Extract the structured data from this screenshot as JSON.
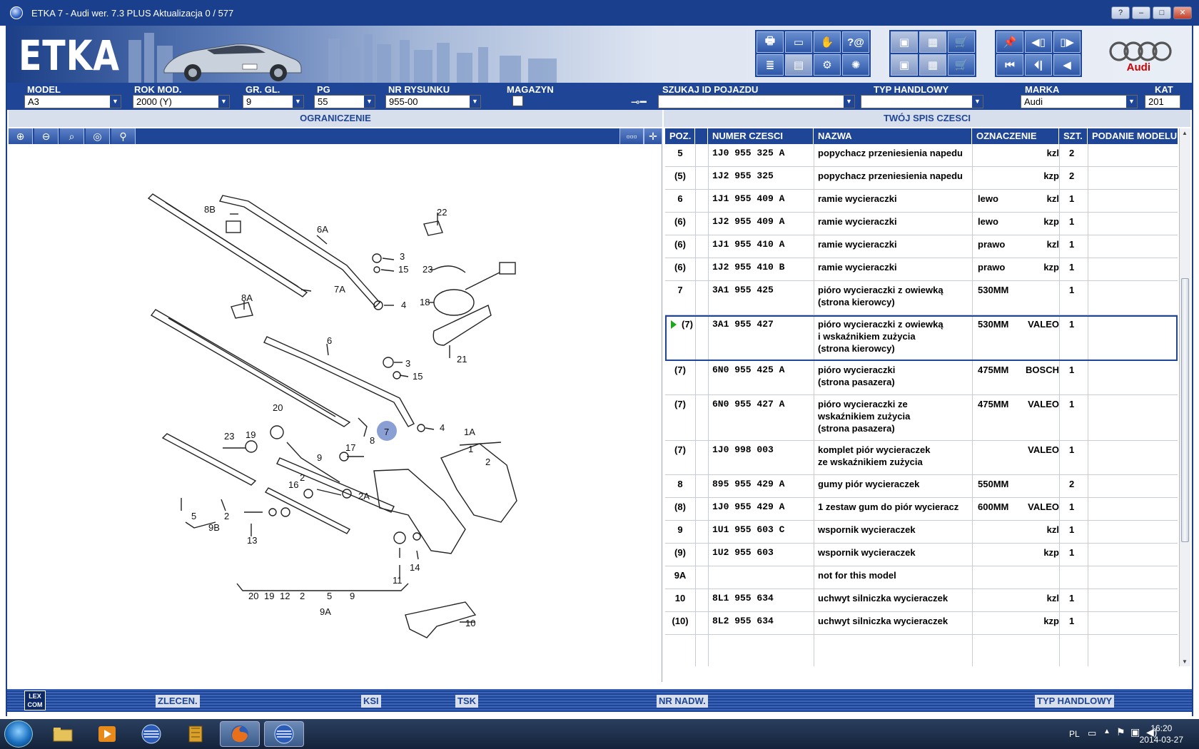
{
  "window": {
    "title": "ETKA 7 - Audi wer. 7.3 PLUS Aktualizacja 0 / 577",
    "buttons": [
      "?",
      "–",
      "□",
      "✕"
    ]
  },
  "banner": {
    "logo": "ETKA",
    "brand": "Audi"
  },
  "selectors": {
    "model": {
      "label": "MODEL",
      "value": "A3"
    },
    "rok_mod": {
      "label": "ROK MOD.",
      "value": "2000 (Y)"
    },
    "gr_gl": {
      "label": "GR. GL.",
      "value": "9"
    },
    "pg": {
      "label": "PG",
      "value": "55"
    },
    "nr_rysunku": {
      "label": "NR RYSUNKU",
      "value": "955-00"
    },
    "magazyn": {
      "label": "MAGAZYN"
    },
    "szukaj": {
      "label": "SZUKAJ ID POJAZDU",
      "value": ""
    },
    "typ_handlowy": {
      "label": "TYP HANDLOWY",
      "value": ""
    },
    "marka": {
      "label": "MARKA",
      "value": "Audi"
    },
    "kat": {
      "label": "KAT",
      "value": "201"
    }
  },
  "sections": {
    "left": "OGRANICZENIE",
    "right": "TWÓJ SPIS CZESCI"
  },
  "table": {
    "headers": [
      "POZ.",
      "NUMER CZESCI",
      "NAZWA",
      "OZNACZENIE",
      "SZT.",
      "PODANIE MODELU"
    ],
    "rows": [
      {
        "poz": "5",
        "num": "1J0  955  325  A",
        "name1": "popychacz przeniesienia napedu",
        "name2": "",
        "name3": "",
        "o1": "",
        "o2": "kzl",
        "szt": "2"
      },
      {
        "poz": "(5)",
        "num": "1J2  955  325",
        "name1": "popychacz przeniesienia napedu",
        "name2": "",
        "name3": "",
        "o1": "",
        "o2": "kzp",
        "szt": "2"
      },
      {
        "poz": "6",
        "num": "1J1  955  409  A",
        "name1": "ramie wycieraczki",
        "name2": "",
        "name3": "",
        "o1": "lewo",
        "o2": "kzl",
        "szt": "1"
      },
      {
        "poz": "(6)",
        "num": "1J2  955  409  A",
        "name1": "ramie wycieraczki",
        "name2": "",
        "name3": "",
        "o1": "lewo",
        "o2": "kzp",
        "szt": "1"
      },
      {
        "poz": "(6)",
        "num": "1J1  955  410  A",
        "name1": "ramie wycieraczki",
        "name2": "",
        "name3": "",
        "o1": "prawo",
        "o2": "kzl",
        "szt": "1"
      },
      {
        "poz": "(6)",
        "num": "1J2  955  410  B",
        "name1": "ramie wycieraczki",
        "name2": "",
        "name3": "",
        "o1": "prawo",
        "o2": "kzp",
        "szt": "1"
      },
      {
        "poz": "7",
        "num": "3A1  955  425",
        "name1": "pióro wycieraczki z owiewką",
        "name2": "(strona kierowcy)",
        "name3": "",
        "o1": "530MM",
        "o2": "",
        "szt": "1"
      },
      {
        "poz": "(7)",
        "num": "3A1  955  427",
        "name1": "pióro wycieraczki z owiewką",
        "name2": "i wskaźnikiem zużycia",
        "name3": "(strona kierowcy)",
        "o1": "530MM",
        "o2": "VALEO",
        "szt": "1"
      },
      {
        "poz": "(7)",
        "num": "6N0  955  425  A",
        "name1": "pióro wycieraczki",
        "name2": "(strona pasazera)",
        "name3": "",
        "o1": "475MM",
        "o2": "BOSCH",
        "szt": "1"
      },
      {
        "poz": "(7)",
        "num": "6N0  955  427  A",
        "name1": "pióro wycieraczki ze",
        "name2": "wskaźnikiem zużycia",
        "name3": "(strona pasazera)",
        "o1": "475MM",
        "o2": "VALEO",
        "szt": "1"
      },
      {
        "poz": "(7)",
        "num": "1J0  998  003",
        "name1": "komplet piór wycieraczek",
        "name2": "ze wskaźnikiem zużycia",
        "name3": "",
        "o1": "",
        "o2": "VALEO",
        "szt": "1"
      },
      {
        "poz": "8",
        "num": "895  955  429  A",
        "name1": "gumy piór wycieraczek",
        "name2": "",
        "name3": "",
        "o1": "550MM",
        "o2": "",
        "szt": "2"
      },
      {
        "poz": "(8)",
        "num": "1J0  955  429  A",
        "name1": "1 zestaw gum do piór wycieracz",
        "name2": "",
        "name3": "",
        "o1": "600MM",
        "o2": "VALEO",
        "szt": "1"
      },
      {
        "poz": "9",
        "num": "1U1  955  603  C",
        "name1": "wspornik wycieraczek",
        "name2": "",
        "name3": "",
        "o1": "",
        "o2": "kzl",
        "szt": "1"
      },
      {
        "poz": "(9)",
        "num": "1U2  955  603",
        "name1": "wspornik wycieraczek",
        "name2": "",
        "name3": "",
        "o1": "",
        "o2": "kzp",
        "szt": "1"
      },
      {
        "poz": "9A",
        "num": "",
        "name1": "not for this model",
        "name2": "",
        "name3": "",
        "o1": "",
        "o2": "",
        "szt": ""
      },
      {
        "poz": "10",
        "num": "8L1  955  634",
        "name1": "uchwyt silniczka wycieraczek",
        "name2": "",
        "name3": "",
        "o1": "",
        "o2": "kzl",
        "szt": "1"
      },
      {
        "poz": "(10)",
        "num": "8L2  955  634",
        "name1": "uchwyt silniczka wycieraczek",
        "name2": "",
        "name3": "",
        "o1": "",
        "o2": "kzp",
        "szt": "1"
      }
    ]
  },
  "drawing_labels": [
    "8B",
    "6A",
    "22",
    "3",
    "15",
    "23",
    "7A",
    "4",
    "18",
    "8A",
    "21",
    "6",
    "3",
    "15",
    "20",
    "23",
    "19",
    "8",
    "7",
    "4",
    "1A",
    "9",
    "17",
    "2",
    "1",
    "16",
    "2",
    "2A",
    "5",
    "2",
    "9B",
    "13",
    "14",
    "11",
    "20",
    "19",
    "12",
    "2",
    "5",
    "9",
    "9A",
    "10"
  ],
  "bottom": {
    "lexcom": "LEX COM",
    "labels": [
      "ZLECEN.",
      "KSI",
      "TSK",
      "NR NADW.",
      "TYP HANDLOWY"
    ]
  },
  "taskbar": {
    "lang": "PL",
    "time": "16:20",
    "date": "2014-03-27"
  }
}
